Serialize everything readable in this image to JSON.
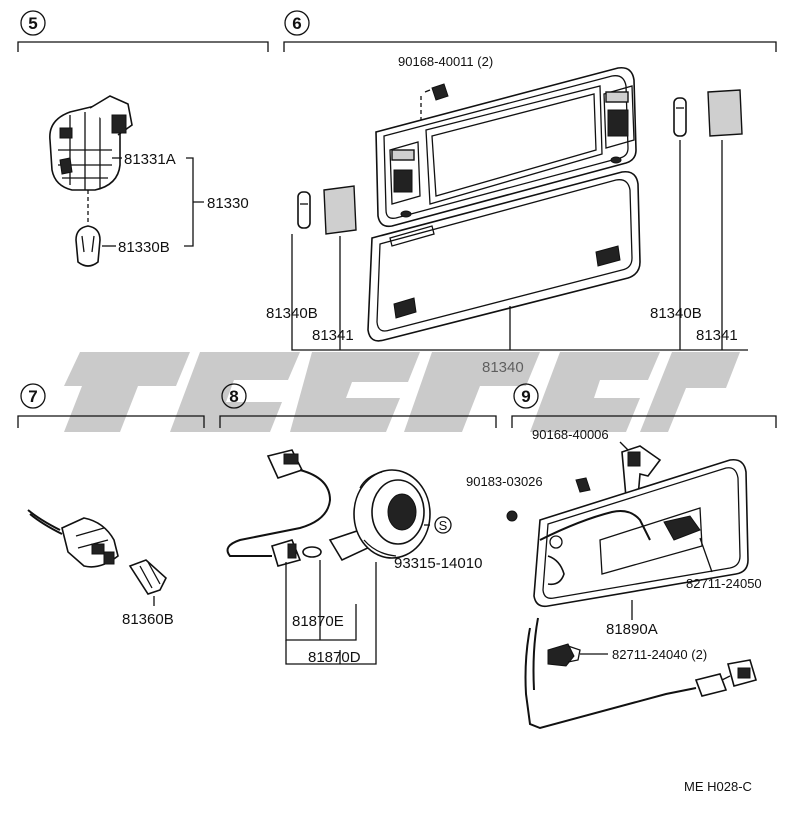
{
  "sections": [
    {
      "number": "5"
    },
    {
      "number": "6"
    },
    {
      "number": "7"
    },
    {
      "number": "8"
    },
    {
      "number": "9"
    }
  ],
  "parts": {
    "s5": [
      "81331A",
      "81330",
      "81330B"
    ],
    "s6": [
      "90168-40011 (2)",
      "81340B",
      "81341",
      "81340B",
      "81341",
      "81340"
    ],
    "s7": [
      "81360B"
    ],
    "s8": [
      "93315-14010",
      "81870E",
      "81870D"
    ],
    "s9": [
      "90168-40006",
      "90183-03026",
      "82711-24050",
      "81890A",
      "82711-24040 (2)"
    ]
  },
  "symbols": {
    "s8_marker": "S"
  },
  "diagram_code": "ME H028-C"
}
